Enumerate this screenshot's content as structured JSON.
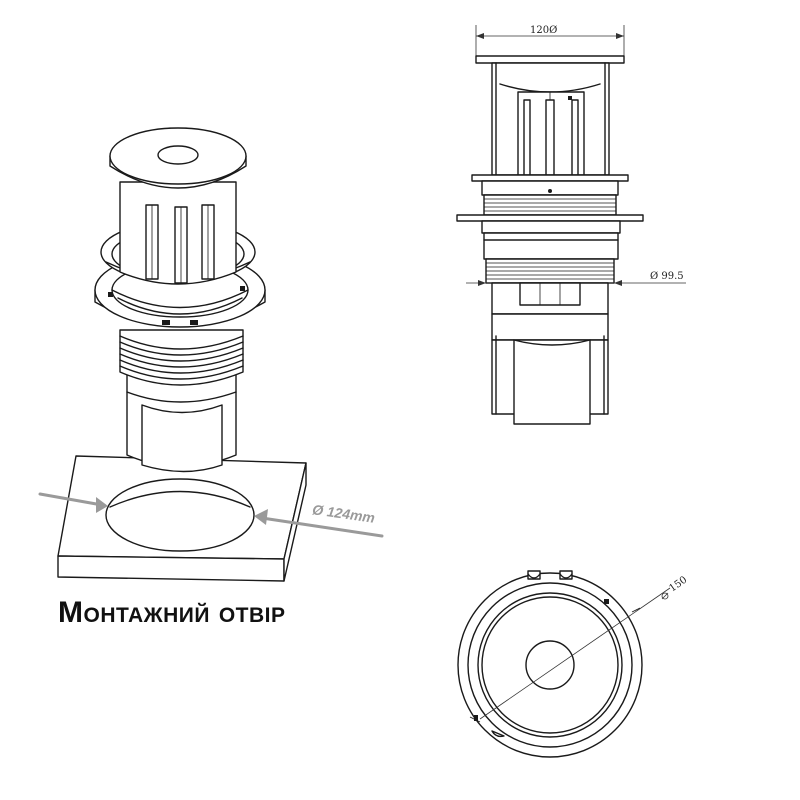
{
  "caption": "Монтажний отвір",
  "labels": {
    "hole_diameter": "Ø 124mm",
    "top_width": "120Ø",
    "body_diameter": "Ø 99.5",
    "flange_diameter": "150"
  },
  "colors": {
    "line": "#1a1a1a",
    "callout": "#9a9a9a",
    "background": "#ffffff"
  }
}
